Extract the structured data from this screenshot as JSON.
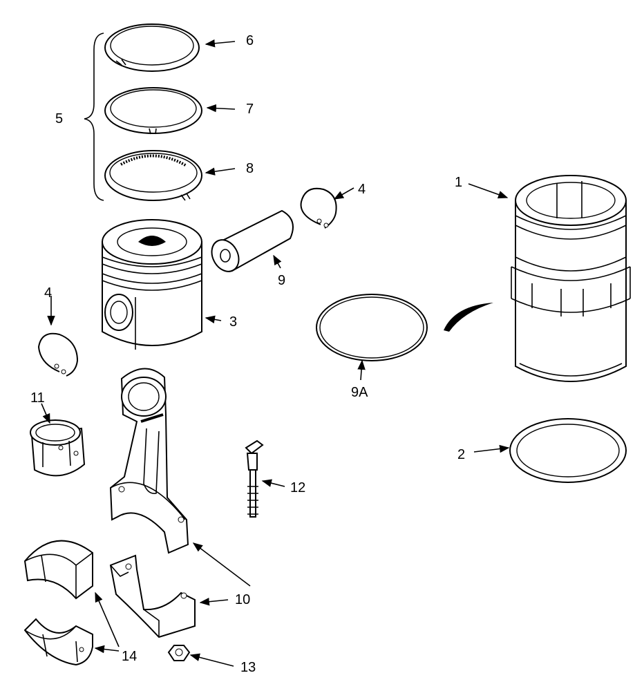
{
  "diagram": {
    "labels": {
      "liner": "1",
      "liner_seal_ring": "2",
      "piston": "3",
      "retaining_ring_right": "4",
      "retaining_ring_left": "4",
      "ring_set": "5",
      "top_ring": "6",
      "second_ring": "7",
      "oil_ring": "8",
      "piston_pin": "9",
      "o_ring": "9A",
      "connecting_rod": "10",
      "pin_bushing": "11",
      "rod_bolt": "12",
      "nut": "13",
      "bearing_shells": "14"
    }
  }
}
